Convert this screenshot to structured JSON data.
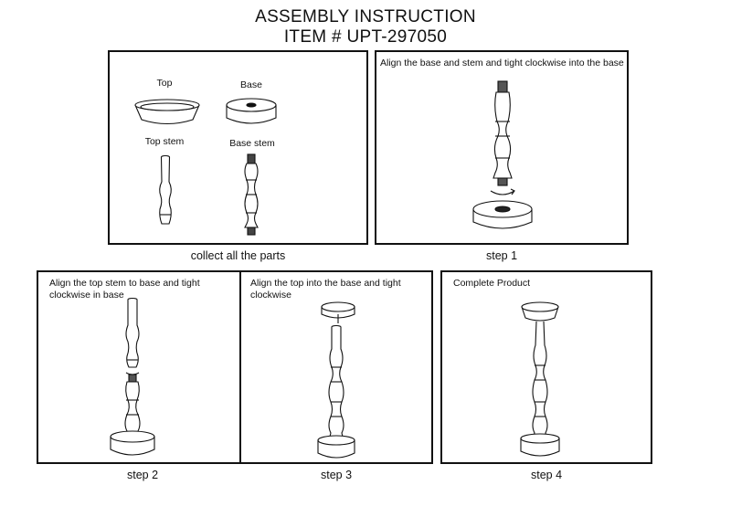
{
  "header": {
    "title": "ASSEMBLY INSTRUCTION",
    "item": "ITEM # UPT-297050"
  },
  "parts_panel": {
    "caption": "collect all the parts",
    "parts": {
      "top": "Top",
      "base": "Base",
      "top_stem": "Top stem",
      "base_stem": "Base stem"
    }
  },
  "steps": [
    {
      "caption": "step 1",
      "instruction": "Align the base and stem and tight clockwise into the base"
    },
    {
      "caption": "step  2",
      "instruction": "Align the top stem to base and tight clockwise in base"
    },
    {
      "caption": "step  3",
      "instruction": "Align the top into the base and tight clockwise"
    },
    {
      "caption": "step  4",
      "instruction": "Complete Product"
    }
  ]
}
